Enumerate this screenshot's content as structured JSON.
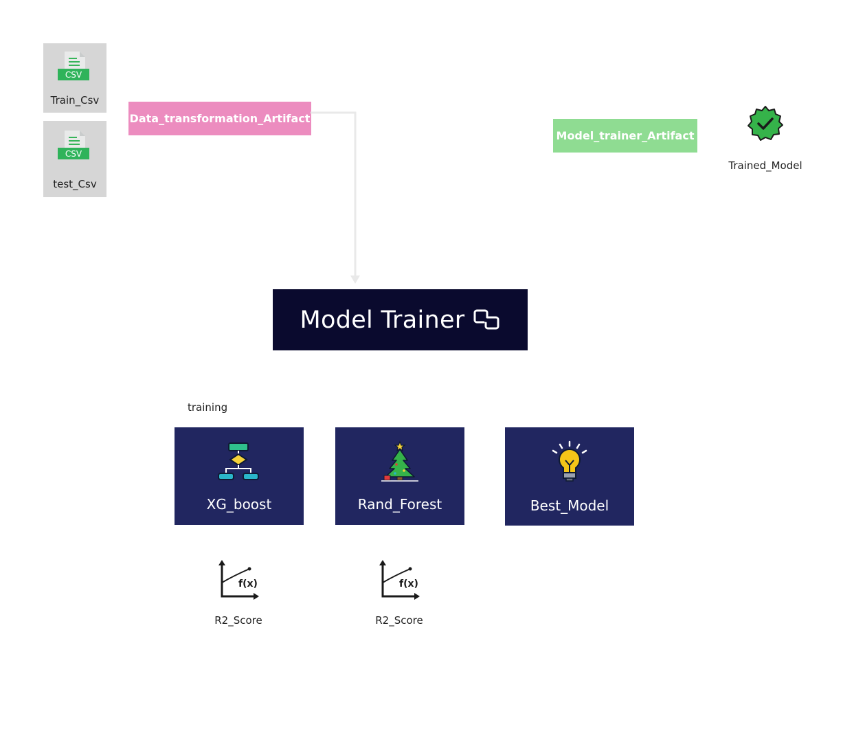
{
  "inputs": {
    "train_label": "Train_Csv",
    "test_label": "test_Csv",
    "csv_badge": "CSV"
  },
  "artifacts": {
    "data_transformation": "Data_transformation_Artifact",
    "model_trainer": "Model_trainer_Artifact",
    "trained_model": "Trained_Model"
  },
  "main": {
    "title": "Model Trainer"
  },
  "training": {
    "label": "training",
    "models": [
      {
        "label": "XG_boost",
        "icon": "flowchart-icon"
      },
      {
        "label": "Rand_Forest",
        "icon": "tree-icon"
      },
      {
        "label": "Best_Model",
        "icon": "lightbulb-icon"
      }
    ],
    "scores": [
      "R2_Score",
      "R2_Score"
    ]
  },
  "colors": {
    "pink_artifact": "#ec8cbf",
    "green_artifact": "#8fdc92",
    "main_box": "#0a0a2e",
    "card": "#212660",
    "csv_green": "#2fb35a",
    "check_green": "#35b34a"
  }
}
